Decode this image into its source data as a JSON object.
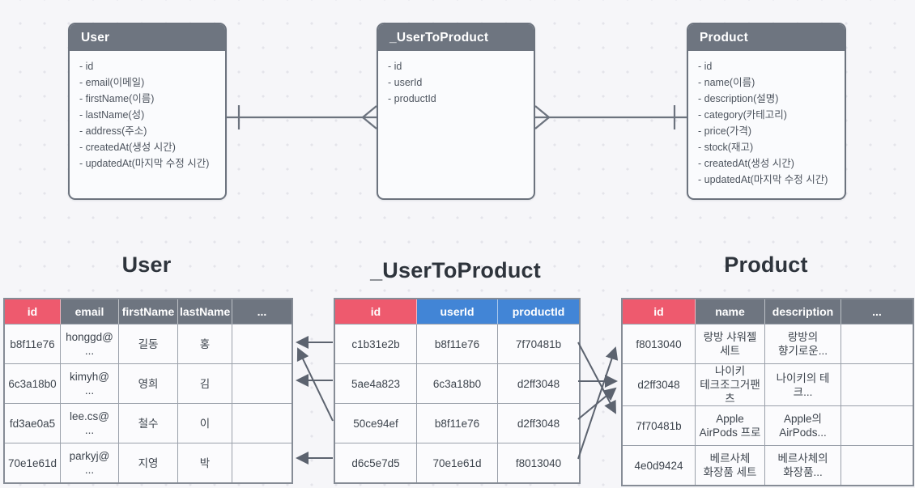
{
  "colors": {
    "background": "#f6f6f9",
    "dot_grid": "#e4e4ea",
    "entity_header": "#6e7580",
    "entity_border": "#6c737e",
    "table_header_gray": "#6e7580",
    "table_header_red": "#ee5a6e",
    "table_header_blue": "#4285d6",
    "cell_border": "#9aa0aa",
    "arrow": "#5c636f",
    "title_text": "#2e343c"
  },
  "erd": {
    "entities": [
      {
        "name": "User",
        "fields": [
          "- id",
          "- email(이메일)",
          "- firstName(이름)",
          "- lastName(성)",
          "- address(주소)",
          "- createdAt(생성 시간)",
          "- updatedAt(마지막 수정 시간)"
        ]
      },
      {
        "name": "_UserToProduct",
        "fields": [
          "- id",
          "- userId",
          "- productId"
        ]
      },
      {
        "name": "Product",
        "fields": [
          "- id",
          "- name(이름)",
          "- description(설명)",
          "- category(카테고리)",
          "- price(가격)",
          "- stock(재고)",
          "- createdAt(생성 시간)",
          "- updatedAt(마지막 수정 시간)"
        ]
      }
    ],
    "relations": [
      {
        "from": "User",
        "to": "_UserToProduct",
        "from_cardinality": "one",
        "to_cardinality": "many"
      },
      {
        "from": "Product",
        "to": "_UserToProduct",
        "from_cardinality": "one",
        "to_cardinality": "many"
      }
    ]
  },
  "tables": {
    "user": {
      "title": "User",
      "headers": [
        "id",
        "email",
        "firstName",
        "lastName",
        "..."
      ],
      "rows": [
        [
          "b8f11e76",
          "honggd@\n...",
          "길동",
          "홍",
          ""
        ],
        [
          "6c3a18b0",
          "kimyh@\n...",
          "영희",
          "김",
          ""
        ],
        [
          "fd3ae0a5",
          "lee.cs@\n...",
          "철수",
          "이",
          ""
        ],
        [
          "70e1e61d",
          "parkyj@\n...",
          "지영",
          "박",
          ""
        ]
      ]
    },
    "join": {
      "title": "_UserToProduct",
      "headers": [
        "id",
        "userId",
        "productId"
      ],
      "rows": [
        [
          "c1b31e2b",
          "b8f11e76",
          "7f70481b"
        ],
        [
          "5ae4a823",
          "6c3a18b0",
          "d2ff3048"
        ],
        [
          "50ce94ef",
          "b8f11e76",
          "d2ff3048"
        ],
        [
          "d6c5e7d5",
          "70e1e61d",
          "f8013040"
        ]
      ]
    },
    "product": {
      "title": "Product",
      "headers": [
        "id",
        "name",
        "description",
        "..."
      ],
      "rows": [
        [
          "f8013040",
          "랑방 샤워젤\n세트",
          "랑방의\n향기로운...",
          ""
        ],
        [
          "d2ff3048",
          "나이키\n테크조그거팬츠",
          "나이키의 테크...",
          ""
        ],
        [
          "7f70481b",
          "Apple\nAirPods 프로",
          "Apple의\nAirPods...",
          ""
        ],
        [
          "4e0d9424",
          "베르사체\n화장품 세트",
          "베르사체의\n화장품...",
          ""
        ]
      ]
    }
  },
  "arrow_links": {
    "join_to_user": [
      {
        "join_row": 0,
        "user_row": 0
      },
      {
        "join_row": 1,
        "user_row": 1
      },
      {
        "join_row": 2,
        "user_row": 0
      },
      {
        "join_row": 3,
        "user_row": 3
      }
    ],
    "join_to_product": [
      {
        "join_row": 0,
        "product_row": 2
      },
      {
        "join_row": 1,
        "product_row": 1
      },
      {
        "join_row": 2,
        "product_row": 1
      },
      {
        "join_row": 3,
        "product_row": 0
      }
    ]
  }
}
